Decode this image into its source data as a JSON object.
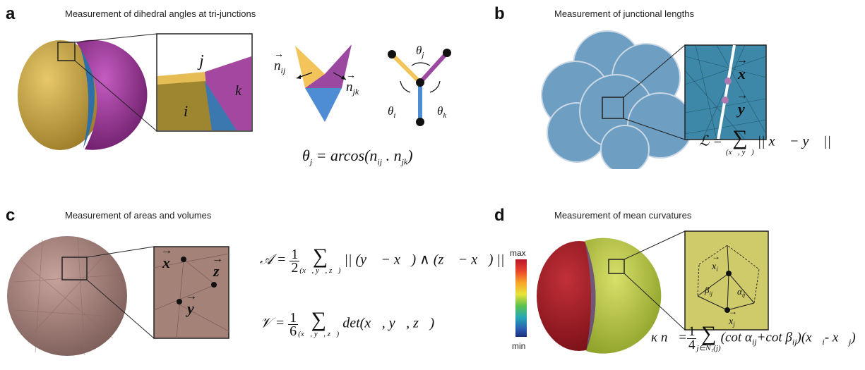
{
  "panels": {
    "a": {
      "letter": "a",
      "title": "Measurement of dihedral angles at tri-junctions"
    },
    "b": {
      "letter": "b",
      "title": "Measurement of junctional lengths"
    },
    "c": {
      "letter": "c",
      "title": "Measurement of areas and volumes"
    },
    "d": {
      "letter": "d",
      "title": "Measurement of mean curvatures"
    }
  },
  "labels_a": {
    "j": "j",
    "i": "i",
    "k": "k",
    "n": "n",
    "ij": "ij",
    "jk": "jk",
    "theta": "θ",
    "sub_j": "j",
    "sub_i": "i",
    "sub_k": "k"
  },
  "eq_a": {
    "lhs": "θ",
    "lhs_sub": "j",
    "eq": " = arcos(",
    "n1": "n",
    "n1_sub": "ij",
    "dot": " . ",
    "n2": "n",
    "n2_sub": "jk",
    "close": ")"
  },
  "labels_b": {
    "x": "x",
    "y": "y"
  },
  "eq_b": {
    "lhs": "ℒ",
    "eq": " =",
    "sum": "∑",
    "under": "(x⃗, y⃗)",
    "body": "|| x⃗ − y⃗ ||"
  },
  "labels_c": {
    "x": "x",
    "y": "y",
    "z": "z"
  },
  "eq_c1": {
    "lhs": "𝒜",
    "eq": " =",
    "num": "1",
    "den": "2",
    "sum": "∑",
    "under": "(x⃗, y⃗, z⃗)",
    "body": "|| (y⃗ − x⃗) ∧ (z⃗ − x⃗) ||"
  },
  "eq_c2": {
    "lhs": "𝒱",
    "eq": " =",
    "num": "1",
    "den": "6",
    "sum": "∑",
    "under": "(x⃗, y⃗, z⃗)",
    "body": "det(x⃗, y⃗, z⃗)"
  },
  "colorbar": {
    "max": "max",
    "min": "min"
  },
  "labels_d": {
    "xi": "x",
    "xi_sub": "i",
    "xj": "x",
    "xj_sub": "j",
    "beta": "β",
    "beta_sub": "ij",
    "alpha": "α",
    "alpha_sub": "ij"
  },
  "eq_d": {
    "lhs": "κ n⃗",
    "eq": "=",
    "num": "1",
    "den": "4",
    "sum": "∑",
    "under": "j∈N₁(j)",
    "body": "(cot α",
    "body_sub1": "ij",
    "body2": "+cot β",
    "body_sub2": "ij",
    "body3": ")(x⃗",
    "body_sub3": "i",
    "body4": "- x⃗",
    "body_sub4": "j",
    "body5": ")"
  },
  "colors": {
    "gold": "#C9A84A",
    "magenta": "#A03D9E",
    "blue": "#3A7EB8",
    "cellblue": "#6E9FC3",
    "rosy": "#A88580",
    "red": "#A8202A",
    "lime": "#BBCB3E"
  }
}
